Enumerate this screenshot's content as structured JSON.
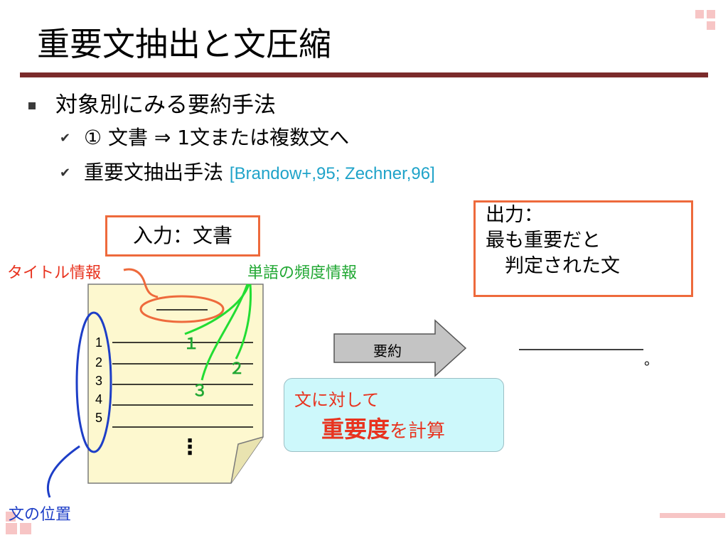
{
  "slide": {
    "title": "重要文抽出と文圧縮",
    "bullet1": "対象別にみる要約手法",
    "bullet2": "①  文書  ⇒  1文または複数文へ",
    "bullet3_main": "重要文抽出手法",
    "bullet3_cite": "[Brandow+,95; Zechner,96]"
  },
  "diagram": {
    "input_label": "入力：文書",
    "output_lines": [
      "出力：",
      "最も重要だと",
      "　判定された文"
    ],
    "title_info_label": "タイトル情報",
    "word_freq_label": "単語の頻度情報",
    "sentence_position_label": "文の位置",
    "line_numbers": [
      "1",
      "2",
      "3",
      "4",
      "5"
    ],
    "ellipsis": "⋮",
    "circled_numbers": [
      "１",
      "２",
      "３"
    ],
    "arrow_label": "要約",
    "calc_line1": "文に対して",
    "calc_big": "重要度",
    "calc_rest": "を計算",
    "output_period": "。"
  },
  "colors": {
    "title_rule": "#7b2b2b",
    "box_border": "#ee6a3c",
    "green": "#22a834",
    "red": "#e8331f",
    "blue": "#1d3ec7",
    "cite": "#1fa3c9",
    "document_fill": "#fdf8cf",
    "calc_fill": "#cdf8fb",
    "corner_squares": "#f7c5c5"
  }
}
